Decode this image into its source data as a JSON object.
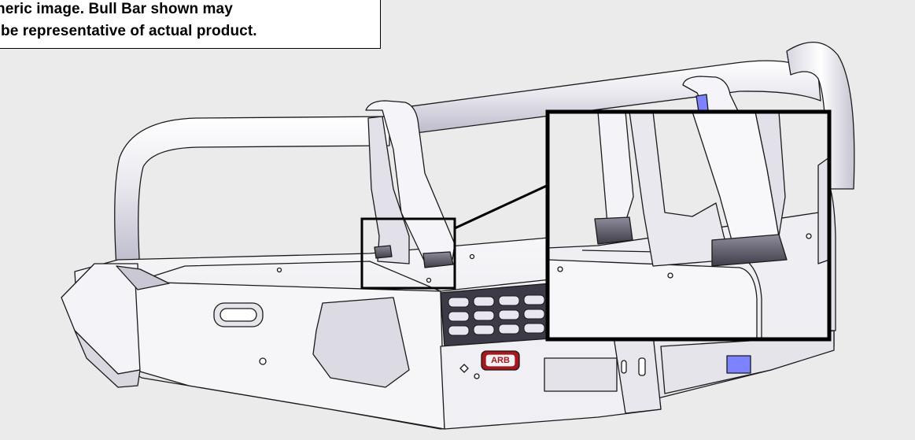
{
  "caption": {
    "line1": "neric image. Bull Bar shown may",
    "line2": "be representative of actual product."
  },
  "badge": {
    "text": "ARB"
  },
  "colors": {
    "background": "#ebebeb",
    "bar_body": "#f2f1f4",
    "outline": "#1a1a1a",
    "tube_shadow": "#c8c7d2",
    "rubber_pad": "#5a5866",
    "accent_blue": "#7d82ff",
    "badge_red": "#a5181c",
    "callout_frame": "#000000"
  }
}
